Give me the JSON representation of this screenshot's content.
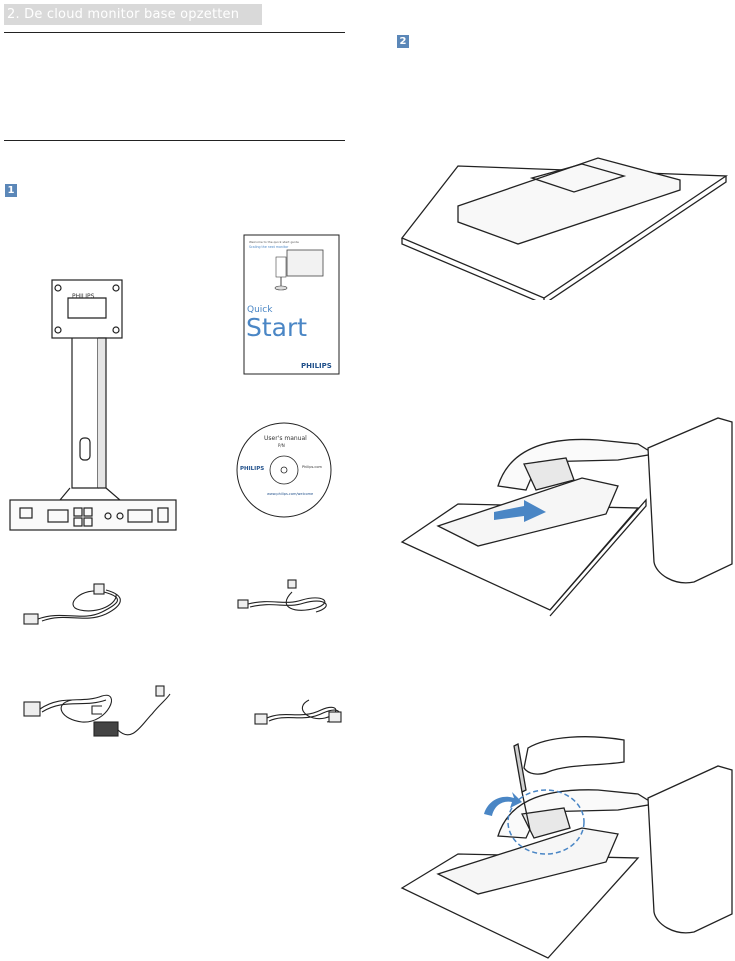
{
  "section": {
    "title": "2. De cloud monitor base opzetten"
  },
  "steps": [
    {
      "number": "1"
    },
    {
      "number": "2"
    }
  ],
  "items": {
    "quick_start": {
      "pre_header": "Welcome to the quick start guide",
      "subheader": "Scaling the next monitor",
      "label_quick": "Quick",
      "label_start": "Start",
      "brand": "PHILIPS"
    },
    "cd": {
      "title": "User's manual",
      "subtitle": "P/N",
      "brand": "PHILIPS",
      "right_label": "Philips.com",
      "url": "www.philips.com/welcome"
    },
    "stand": {
      "brand_mark": "PHILIPS"
    }
  },
  "colors": {
    "badge": "#5b87b8",
    "title_bar": "#d9d9d9",
    "arrow": "#4a86c5"
  }
}
